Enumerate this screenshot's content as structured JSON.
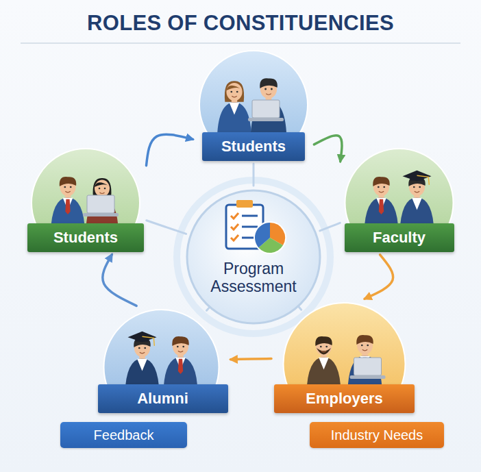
{
  "diagram": {
    "title": "ROLES OF CONSTITUENCIES",
    "nodes": [
      {
        "text": [
          "Students"
        ]
      },
      {
        "text": [
          "Students"
        ]
      },
      {
        "text": [
          "Program Assessment"
        ]
      },
      {
        "text": [
          "Faculty"
        ]
      },
      {
        "text": [
          "Alumni"
        ]
      },
      {
        "text": [
          "Employers"
        ]
      },
      {
        "text": [
          "Feedback"
        ]
      },
      {
        "text": [
          "Industry Needs"
        ]
      }
    ],
    "edges": [
      {
        "from": 0,
        "to": 3,
        "arrow": "to"
      },
      {
        "from": 3,
        "to": 5,
        "arrow": "to"
      },
      {
        "from": 5,
        "to": 4,
        "arrow": "to"
      },
      {
        "from": 4,
        "to": 1,
        "arrow": "to"
      },
      {
        "from": 1,
        "to": 0,
        "arrow": "to"
      },
      {
        "from": 2,
        "to": 0,
        "arrow": "none"
      },
      {
        "from": 2,
        "to": 1,
        "arrow": "none"
      },
      {
        "from": 2,
        "to": 3,
        "arrow": "none"
      },
      {
        "from": 2,
        "to": 4,
        "arrow": "none"
      },
      {
        "from": 2,
        "to": 5,
        "arrow": "none"
      }
    ]
  }
}
